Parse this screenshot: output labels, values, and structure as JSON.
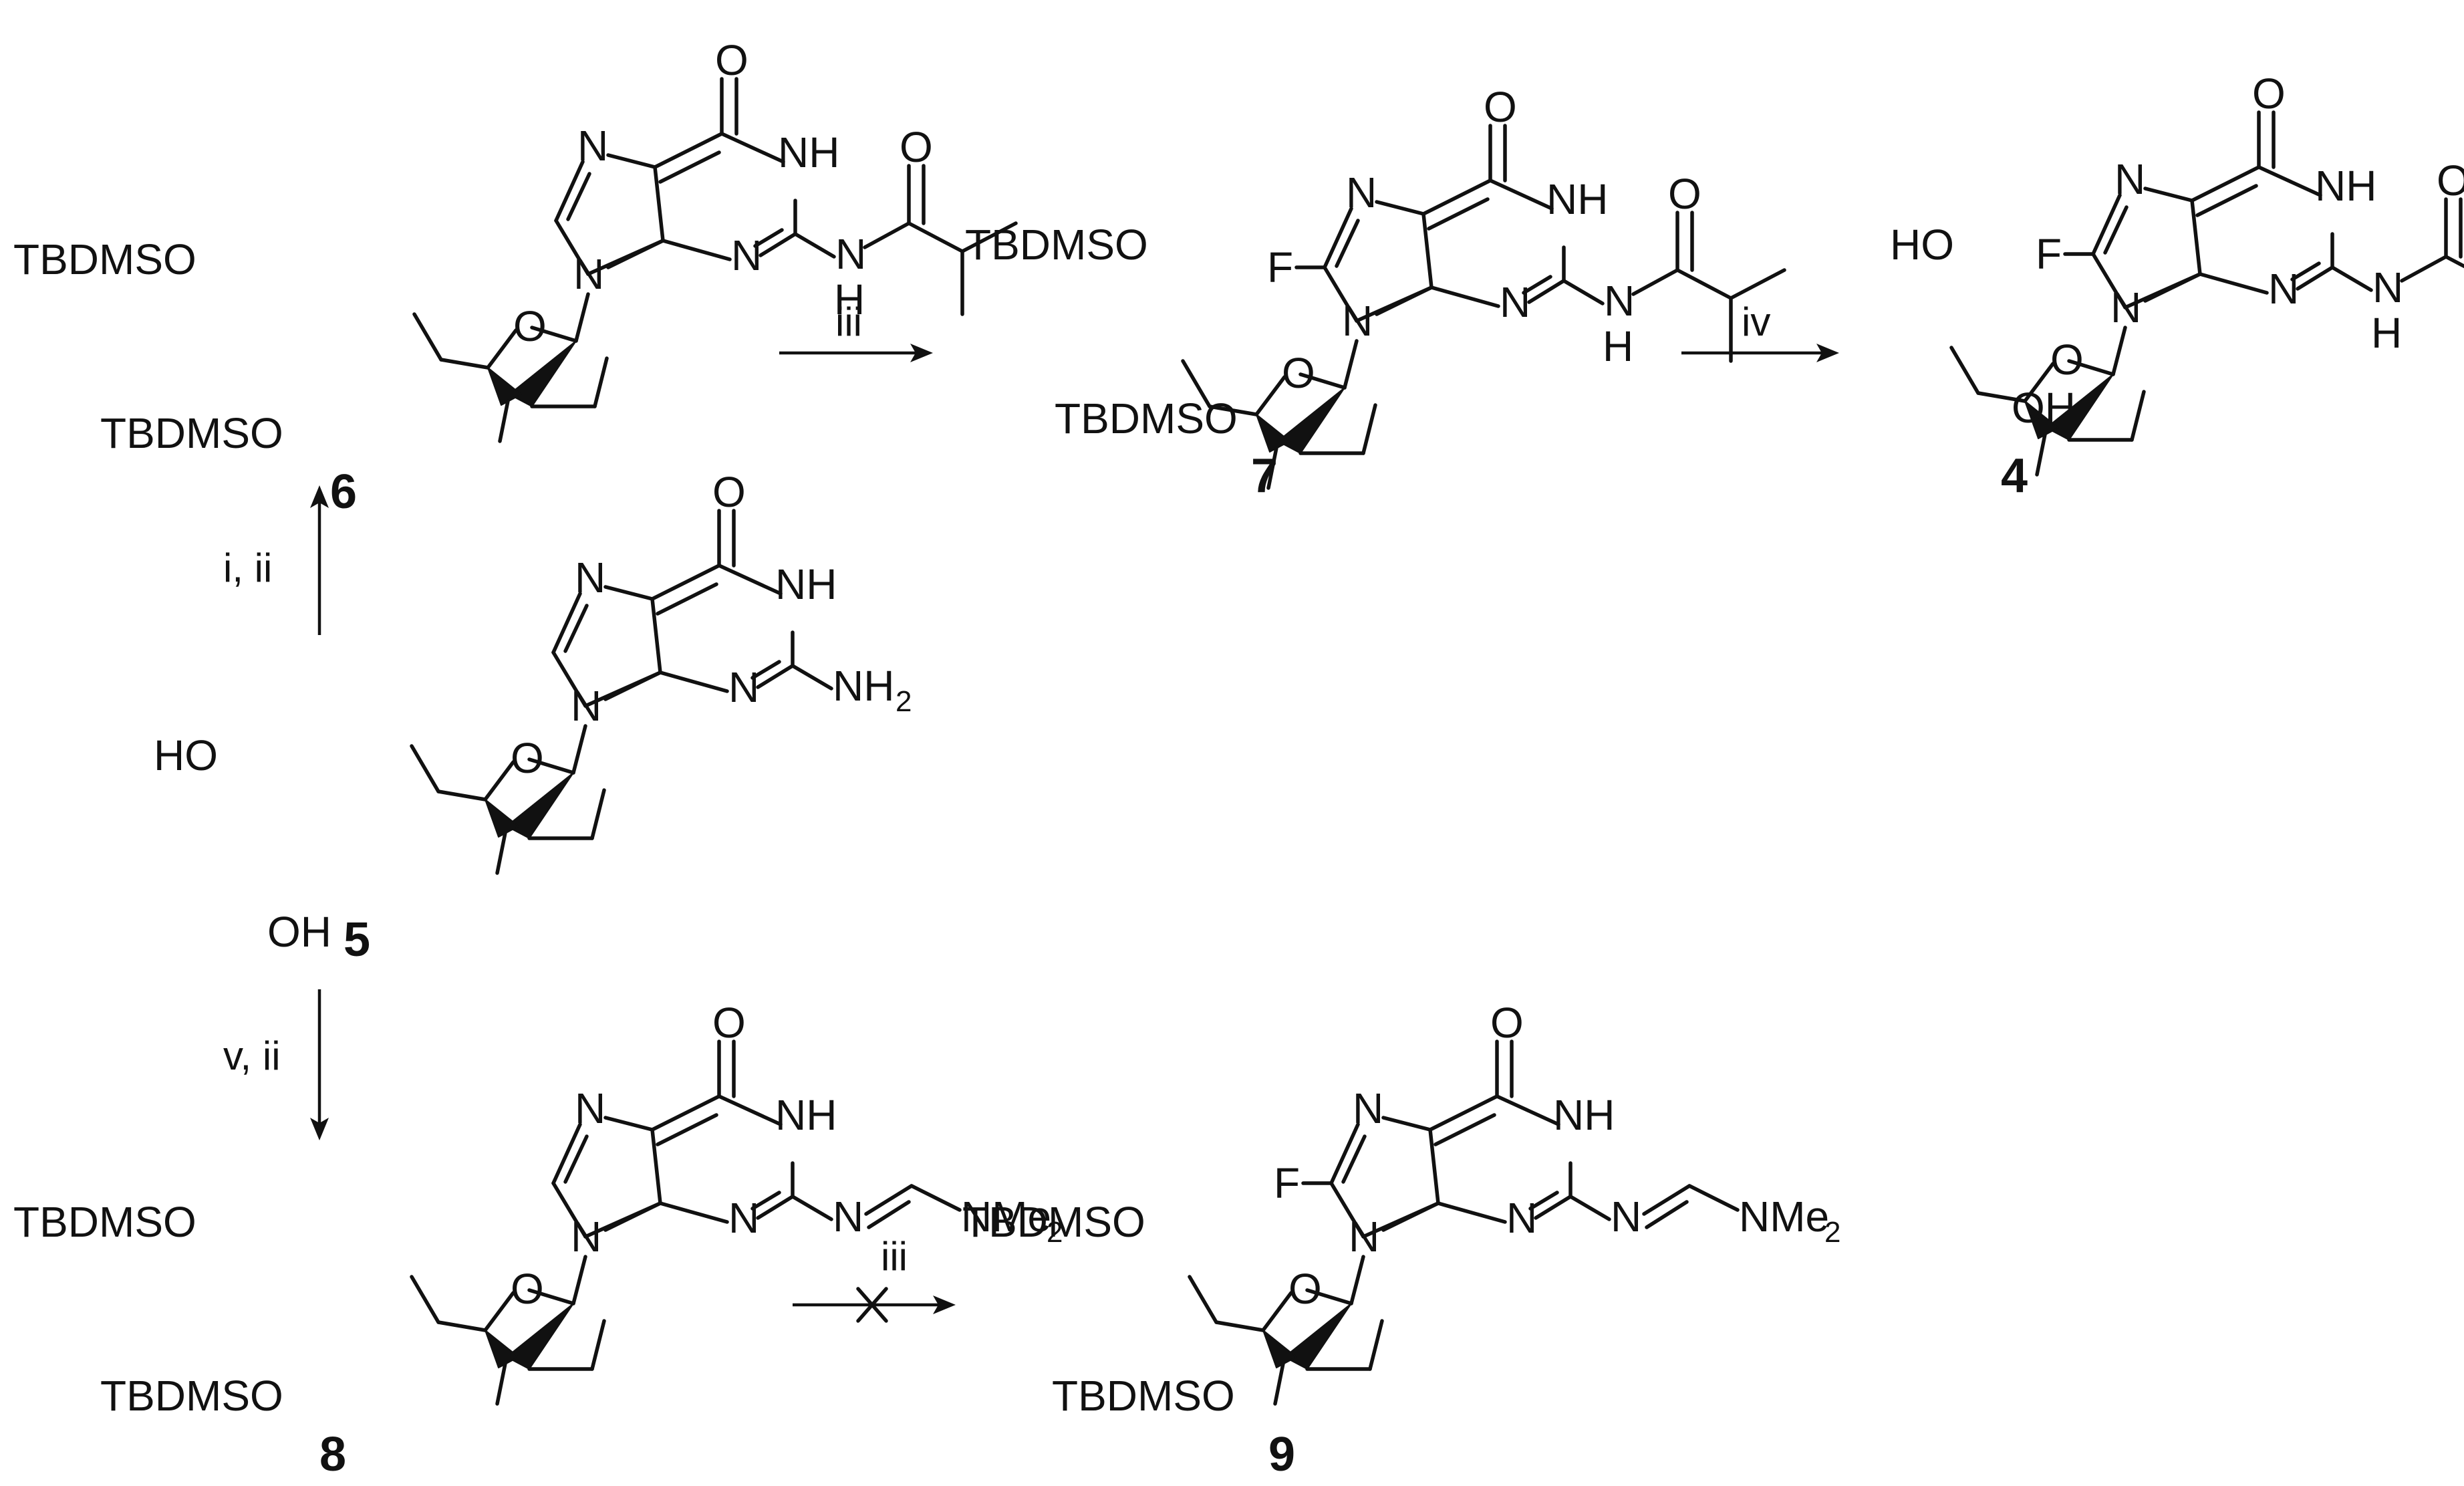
{
  "atoms": {
    "O": "O",
    "N": "N",
    "NH": "NH",
    "H": "H",
    "F": "F",
    "TBDMSO": "TBDMSO",
    "TBDMSO_right": "TBDMSO",
    "HO": "HO",
    "OH": "OH",
    "NH2_main": "NH",
    "NH2_sub": "2",
    "NMe2_main": "NMe",
    "NMe2_sub": "2"
  },
  "compounds": [
    "6",
    "7",
    "4",
    "5",
    "8",
    "9"
  ],
  "conditions": {
    "step_6_to_7": "iii",
    "step_7_to_4": "iv",
    "step_5_to_6": "i, ii",
    "step_5_to_8": "v, ii",
    "step_8_to_9": "iii"
  },
  "failed_reaction": "8→9"
}
